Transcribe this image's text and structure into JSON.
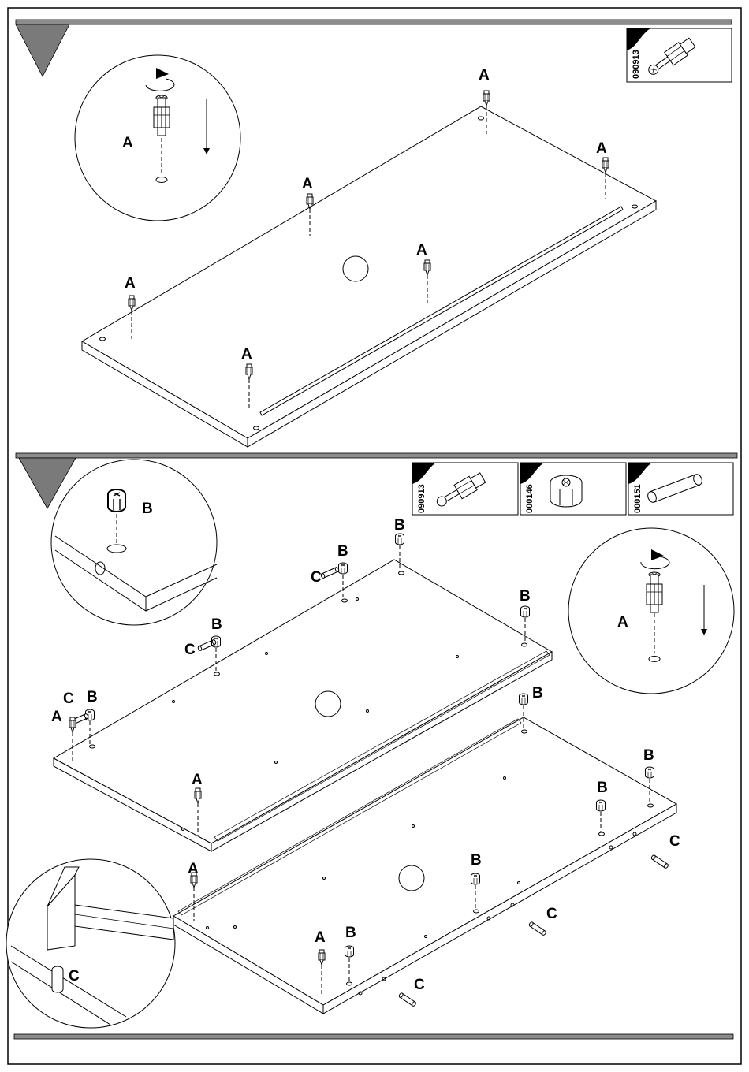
{
  "step1": {
    "part_code": "090913",
    "label_a": "A"
  },
  "step2": {
    "part_codes": [
      "090913",
      "000146",
      "000151"
    ],
    "label_a": "A",
    "label_b": "B",
    "label_c": "C"
  },
  "icons": {
    "step_marker": "triangle-step-marker-icon",
    "cam_bolt": "cam-bolt-icon",
    "cam_lock": "cam-lock-icon",
    "dowel": "wooden-dowel-icon",
    "hammer": "hammer-icon",
    "rotate": "rotate-arrow-icon"
  },
  "colors": {
    "rule_grey": "#8c8c8c",
    "marker_grey": "#7a7a7a",
    "ink": "#000000"
  }
}
